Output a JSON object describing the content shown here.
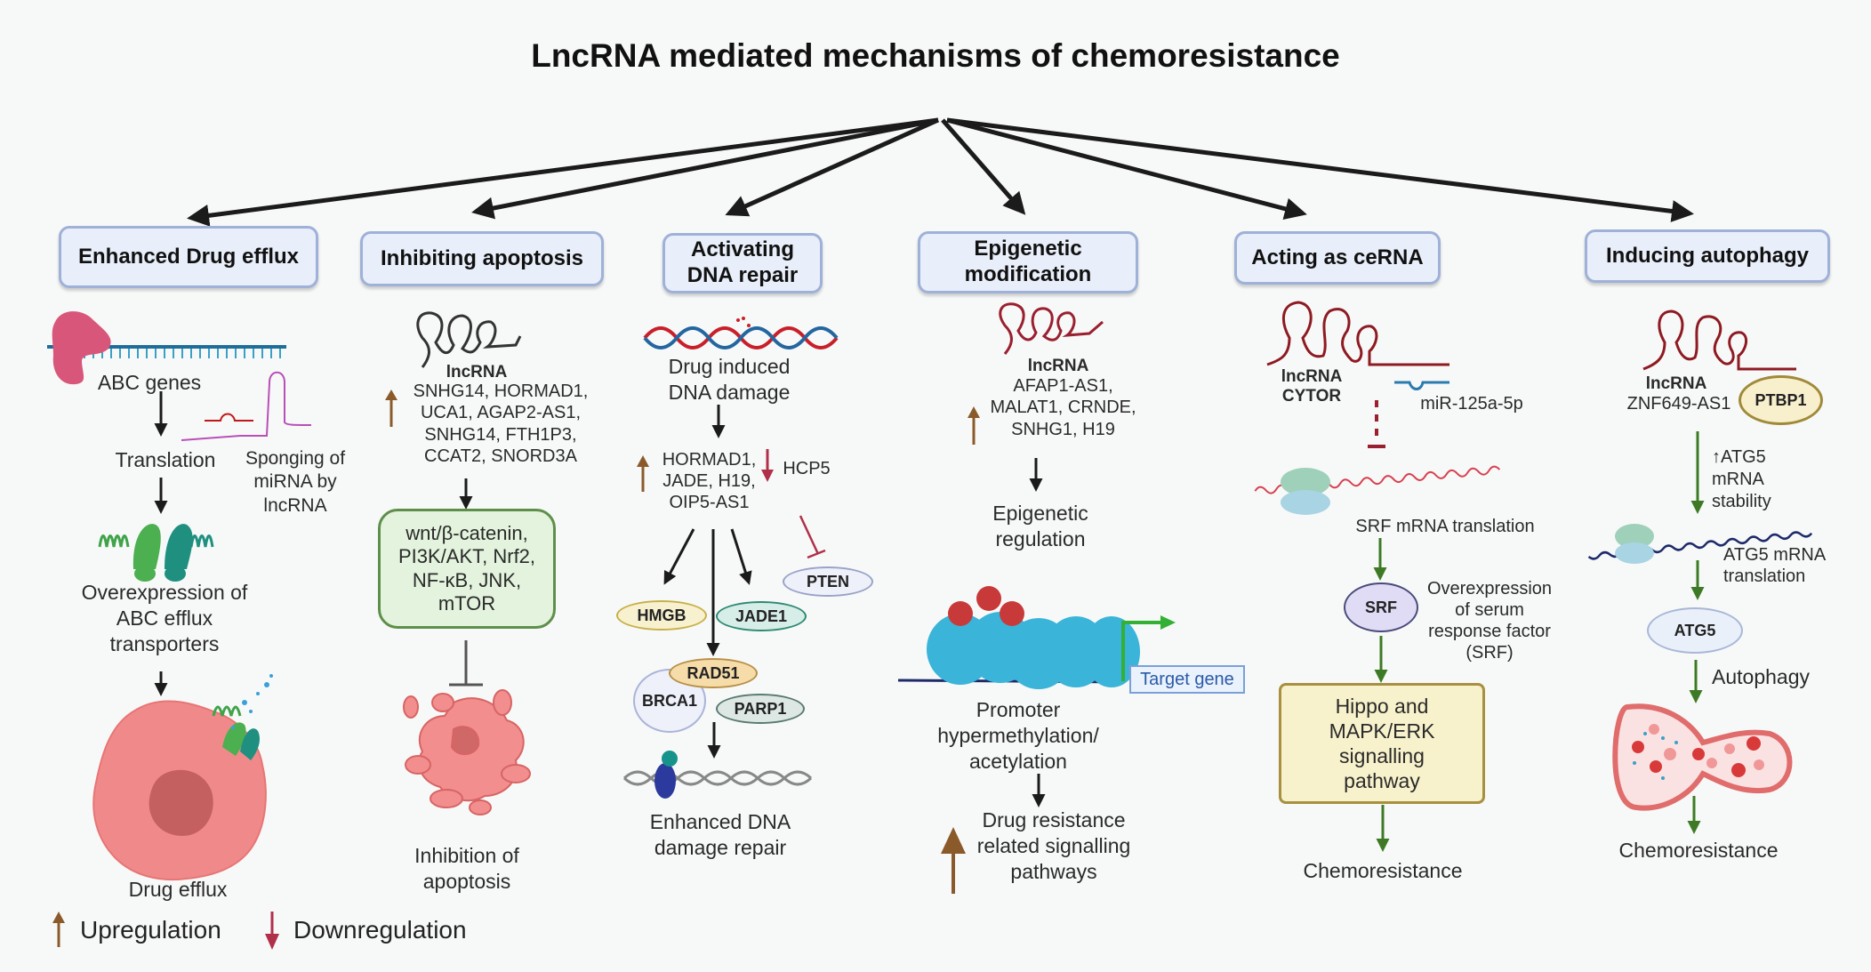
{
  "title": "LncRNA mediated mechanisms of chemoresistance",
  "colors": {
    "upregulation": "#8b5a2b",
    "downregulation": "#b0304a",
    "header_fill": "#e9effa",
    "header_border": "#9fb1d8",
    "pathway_fill": "#e3f3dd",
    "green_arrow": "#3e7a25",
    "lncrna_red": "#8e1a22"
  },
  "mechanisms": [
    {
      "header": "Enhanced Drug efflux",
      "labels": {
        "gene": "ABC genes",
        "step1": "Translation",
        "sponge": "Sponging of miRNA by lncRNA",
        "step2": "Overexpression of ABC efflux transporters",
        "outcome": "Drug efflux"
      }
    },
    {
      "header": "Inhibiting apoptosis",
      "lncrna_label": "lncRNA",
      "regulation": "up",
      "genes": "SNHG14, HORMAD1, UCA1, AGAP2-AS1, SNHG14, FTH1P3, CCAT2, SNORD3A",
      "pathways": "wnt/β-catenin, PI3K/AKT, Nrf2, NF-κB, JNK, mTOR",
      "outcome": "Inhibition of apoptosis"
    },
    {
      "header": "Activating DNA repair",
      "damage": "Drug induced DNA damage",
      "up_genes": "HORMAD1, JADE, H19, OIP5-AS1",
      "down_genes": "HCP5",
      "proteins": [
        "HMGB",
        "JADE1",
        "PTEN",
        "RAD51",
        "BRCA1",
        "PARP1"
      ],
      "outcome": "Enhanced DNA damage repair"
    },
    {
      "header": "Epigenetic modification",
      "lncrna_label": "lncRNA",
      "regulation": "up",
      "genes": "AFAP1-AS1, MALAT1, CRNDE, SNHG1, H19",
      "step1": "Epigenetic regulation",
      "target_gene": "Target gene",
      "step2": "Promoter hypermethylation/ acetylation",
      "outcome": "Drug resistance related signalling pathways"
    },
    {
      "header": "Acting as ceRNA",
      "lncrna_label": "lncRNA CYTOR",
      "mirna": "miR-125a-5p",
      "step1": "SRF mRNA translation",
      "protein": "SRF",
      "protein_note": "Overexpression of serum response factor (SRF)",
      "pathway": "Hippo and MAPK/ERK signalling pathway",
      "outcome": "Chemoresistance"
    },
    {
      "header": "Inducing autophagy",
      "lncrna_label": "lncRNA",
      "lncrna_name": "ZNF649-AS1",
      "binding_protein": "PTBP1",
      "step1": "↑ATG5 mRNA stability",
      "step2": "ATG5 mRNA translation",
      "protein": "ATG5",
      "step3": "Autophagy",
      "outcome": "Chemoresistance"
    }
  ],
  "legend": [
    {
      "label": "Upregulation",
      "icon": "up-arrow-icon"
    },
    {
      "label": "Downregulation",
      "icon": "down-arrow-icon"
    }
  ]
}
